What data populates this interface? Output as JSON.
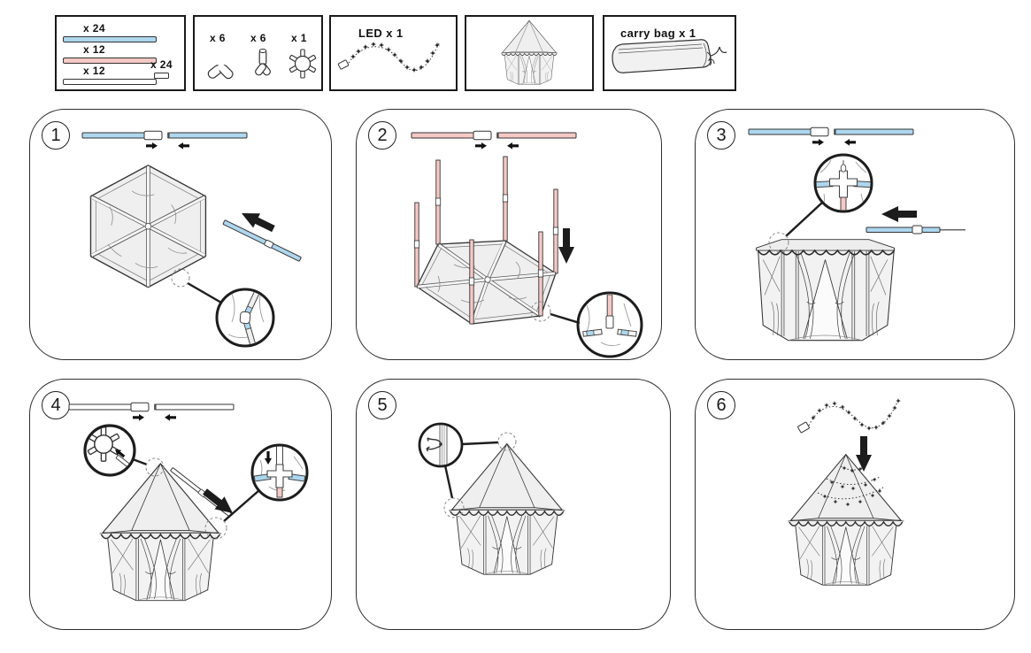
{
  "parts": {
    "poles_box": {
      "rows": [
        {
          "label": "x 24",
          "color": "blue"
        },
        {
          "label": "x 12",
          "color": "pink"
        },
        {
          "label": "x 12",
          "color": "white"
        }
      ],
      "connector": {
        "label": "x 24",
        "icon": "pole-connector-icon"
      }
    },
    "connectors_box": {
      "items": [
        {
          "label": "x 6",
          "icon": "elbow-connector-icon"
        },
        {
          "label": "x 6",
          "icon": "three-way-connector-icon"
        },
        {
          "label": "x 1",
          "icon": "hub-connector-icon"
        }
      ]
    },
    "led_box": {
      "label": "LED x 1",
      "icon": "led-string-icon"
    },
    "tent_box": {
      "icon": "tent-icon"
    },
    "carry_bag_box": {
      "label": "carry bag x 1",
      "icon": "carry-bag-icon"
    }
  },
  "steps": [
    {
      "number": "1",
      "pole_color": "blue"
    },
    {
      "number": "2",
      "pole_color": "pink"
    },
    {
      "number": "3",
      "pole_color": "blue"
    },
    {
      "number": "4",
      "pole_color": "white"
    },
    {
      "number": "5",
      "pole_color": ""
    },
    {
      "number": "6",
      "pole_color": ""
    }
  ],
  "colors": {
    "pole_blue": "#aed7ee",
    "pole_pink": "#f5c9c5",
    "pole_white": "#ffffff",
    "fabric": "#efefef",
    "outline": "#333333",
    "arrow": "#1c1c1c"
  }
}
